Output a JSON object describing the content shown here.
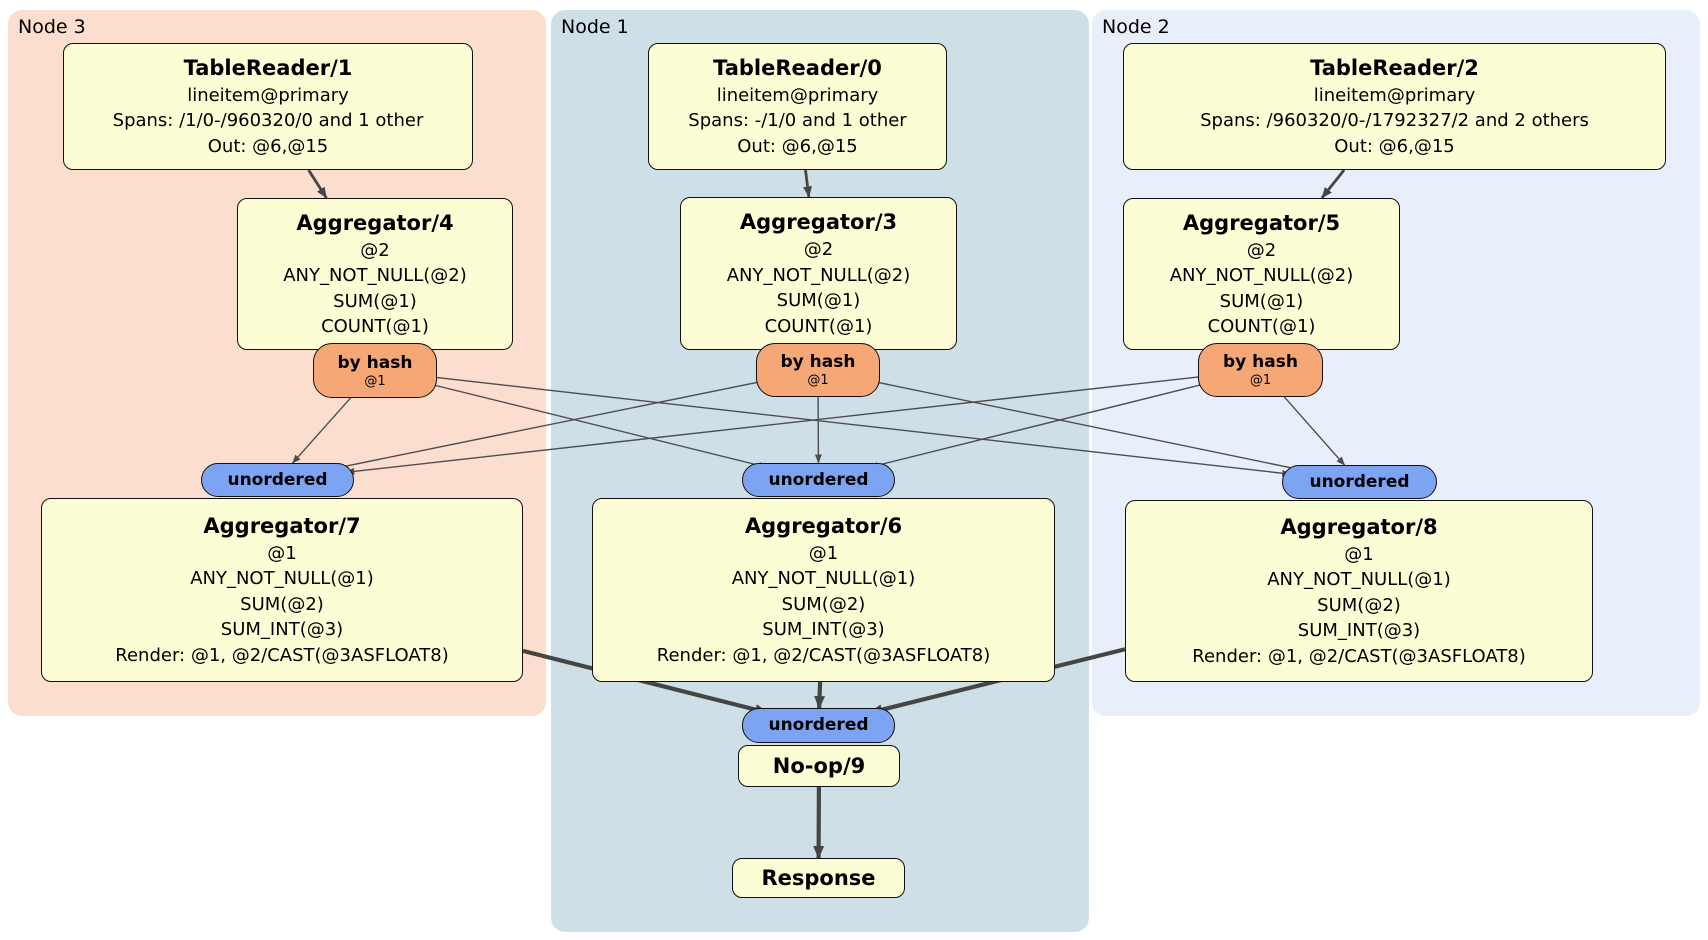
{
  "regions": [
    {
      "id": "node3",
      "label": "Node 3",
      "bg": "#fbdecd"
    },
    {
      "id": "node1",
      "label": "Node 1",
      "bg": "#cfdfe8"
    },
    {
      "id": "node2",
      "label": "Node 2",
      "bg": "#e9eefb"
    }
  ],
  "nodes": {
    "tablereader1": {
      "title": "TableReader/1",
      "lines": [
        "lineitem@primary",
        "Spans: /1/0-/960320/0 and 1 other",
        "Out: @6,@15"
      ]
    },
    "tablereader0": {
      "title": "TableReader/0",
      "lines": [
        "lineitem@primary",
        "Spans: -/1/0 and 1 other",
        "Out: @6,@15"
      ]
    },
    "tablereader2": {
      "title": "TableReader/2",
      "lines": [
        "lineitem@primary",
        "Spans: /960320/0-/1792327/2 and 2 others",
        "Out: @6,@15"
      ]
    },
    "aggregator4": {
      "title": "Aggregator/4",
      "lines": [
        "@2",
        "ANY_NOT_NULL(@2)",
        "SUM(@1)",
        "COUNT(@1)"
      ]
    },
    "aggregator3": {
      "title": "Aggregator/3",
      "lines": [
        "@2",
        "ANY_NOT_NULL(@2)",
        "SUM(@1)",
        "COUNT(@1)"
      ]
    },
    "aggregator5": {
      "title": "Aggregator/5",
      "lines": [
        "@2",
        "ANY_NOT_NULL(@2)",
        "SUM(@1)",
        "COUNT(@1)"
      ]
    },
    "byhash4": {
      "title": "by hash",
      "sub": "@1"
    },
    "byhash3": {
      "title": "by hash",
      "sub": "@1"
    },
    "byhash5": {
      "title": "by hash",
      "sub": "@1"
    },
    "unordered7": {
      "label": "unordered"
    },
    "unordered6": {
      "label": "unordered"
    },
    "unordered8": {
      "label": "unordered"
    },
    "aggregator7": {
      "title": "Aggregator/7",
      "lines": [
        "@1",
        "ANY_NOT_NULL(@1)",
        "SUM(@2)",
        "SUM_INT(@3)",
        "Render: @1, @2/CAST(@3ASFLOAT8)"
      ]
    },
    "aggregator6": {
      "title": "Aggregator/6",
      "lines": [
        "@1",
        "ANY_NOT_NULL(@1)",
        "SUM(@2)",
        "SUM_INT(@3)",
        "Render: @1, @2/CAST(@3ASFLOAT8)"
      ]
    },
    "aggregator8": {
      "title": "Aggregator/8",
      "lines": [
        "@1",
        "ANY_NOT_NULL(@1)",
        "SUM(@2)",
        "SUM_INT(@3)",
        "Render: @1, @2/CAST(@3ASFLOAT8)"
      ]
    },
    "unorderedOut": {
      "label": "unordered"
    },
    "noop": {
      "title": "No-op/9"
    },
    "response": {
      "title": "Response"
    }
  },
  "edges": [
    {
      "from": "tablereader1",
      "to": "aggregator4",
      "w": "mid"
    },
    {
      "from": "tablereader0",
      "to": "aggregator3",
      "w": "mid"
    },
    {
      "from": "tablereader2",
      "to": "aggregator5",
      "w": "mid"
    },
    {
      "from": "byhash4",
      "to": "unordered7",
      "w": "thin"
    },
    {
      "from": "byhash4",
      "to": "unordered6",
      "w": "thin"
    },
    {
      "from": "byhash4",
      "to": "unordered8",
      "w": "thin"
    },
    {
      "from": "byhash3",
      "to": "unordered7",
      "w": "thin"
    },
    {
      "from": "byhash3",
      "to": "unordered6",
      "w": "thin"
    },
    {
      "from": "byhash3",
      "to": "unordered8",
      "w": "thin"
    },
    {
      "from": "byhash5",
      "to": "unordered7",
      "w": "thin"
    },
    {
      "from": "byhash5",
      "to": "unordered6",
      "w": "thin"
    },
    {
      "from": "byhash5",
      "to": "unordered8",
      "w": "thin"
    },
    {
      "from": "aggregator7",
      "to": "unorderedOut",
      "w": "thick"
    },
    {
      "from": "aggregator6",
      "to": "unorderedOut",
      "w": "thick"
    },
    {
      "from": "aggregator8",
      "to": "unorderedOut",
      "w": "thick"
    },
    {
      "from": "noop",
      "to": "response",
      "w": "thick"
    }
  ],
  "colors": {
    "node3_bg": "#fbdecd",
    "node1_bg": "#cfdfe8",
    "node2_bg": "#e9eefb",
    "box_fill": "#fcfdd4",
    "hash_router_fill": "#f6a776",
    "stream_fill": "#7da4f3",
    "edge": "#454545"
  }
}
